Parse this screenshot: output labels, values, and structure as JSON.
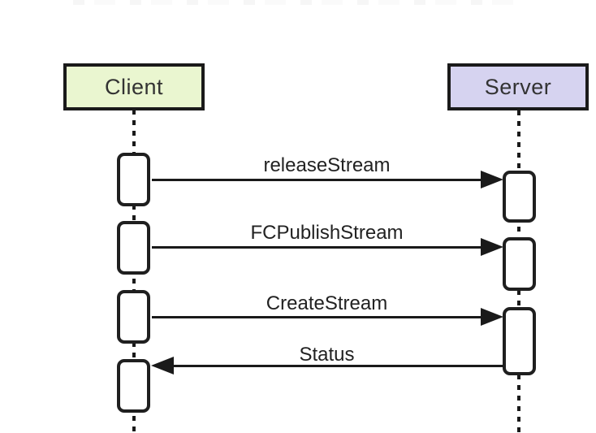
{
  "diagram": {
    "type": "sequence",
    "participants": [
      {
        "name": "Client",
        "fill": "#eaf6d0",
        "border": "#1a1a1a"
      },
      {
        "name": "Server",
        "fill": "#d6d3f0",
        "border": "#1a1a1a"
      }
    ],
    "messages": [
      {
        "label": "releaseStream",
        "from": "Client",
        "to": "Server",
        "direction": "right"
      },
      {
        "label": "FCPublishStream",
        "from": "Client",
        "to": "Server",
        "direction": "right"
      },
      {
        "label": "CreateStream",
        "from": "Client",
        "to": "Server",
        "direction": "right"
      },
      {
        "label": "Status",
        "from": "Server",
        "to": "Client",
        "direction": "left"
      }
    ],
    "colors": {
      "line": "#1a1a1a",
      "text": "#222222",
      "activation_fill": "#ffffff",
      "background": "#ffffff"
    }
  }
}
